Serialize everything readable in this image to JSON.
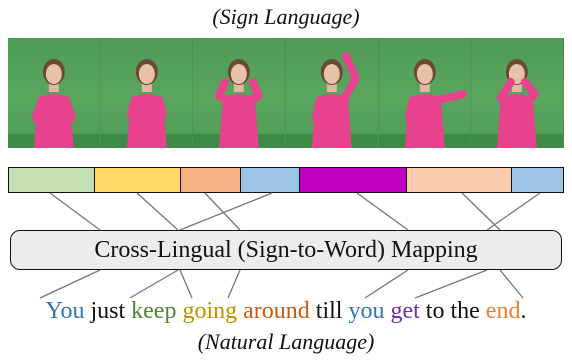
{
  "top_title": "(Sign Language)",
  "bottom_title": "(Natural Language)",
  "mapping_label": "Cross-Lingual (Sign-to-Word) Mapping",
  "video_frames": [
    {
      "pose": "hands-low"
    },
    {
      "pose": "hands-chest"
    },
    {
      "pose": "hands-raised"
    },
    {
      "pose": "arm-up"
    },
    {
      "pose": "arm-extended"
    },
    {
      "pose": "hands-face"
    }
  ],
  "segments": [
    {
      "color": "#c6e0b4",
      "weight": 86
    },
    {
      "color": "#ffd966",
      "weight": 86
    },
    {
      "color": "#f4b183",
      "weight": 60
    },
    {
      "color": "#9dc3e6",
      "weight": 58
    },
    {
      "color": "#c000c0",
      "weight": 107
    },
    {
      "color": "#f8cbad",
      "weight": 105
    },
    {
      "color": "#9dc3e6",
      "weight": 52
    }
  ],
  "sentence": [
    {
      "text": "You",
      "color": "#2e75b6"
    },
    {
      "text": " just ",
      "color": "#111111"
    },
    {
      "text": "keep",
      "color": "#548235"
    },
    {
      "text": " ",
      "color": "#111111"
    },
    {
      "text": "going",
      "color": "#bf9000"
    },
    {
      "text": " ",
      "color": "#111111"
    },
    {
      "text": "around",
      "color": "#c55a11"
    },
    {
      "text": " till ",
      "color": "#111111"
    },
    {
      "text": "you",
      "color": "#2e75b6"
    },
    {
      "text": " ",
      "color": "#111111"
    },
    {
      "text": "get",
      "color": "#7030a0"
    },
    {
      "text": " to the ",
      "color": "#111111"
    },
    {
      "text": "end",
      "color": "#ed7d31"
    },
    {
      "text": ".",
      "color": "#111111"
    }
  ],
  "colors": {
    "background": "#ffffff",
    "green_screen": "#5aa65f",
    "shirt": "#e8418e",
    "connector": "#777777",
    "mapping_box_fill": "#ececec"
  }
}
